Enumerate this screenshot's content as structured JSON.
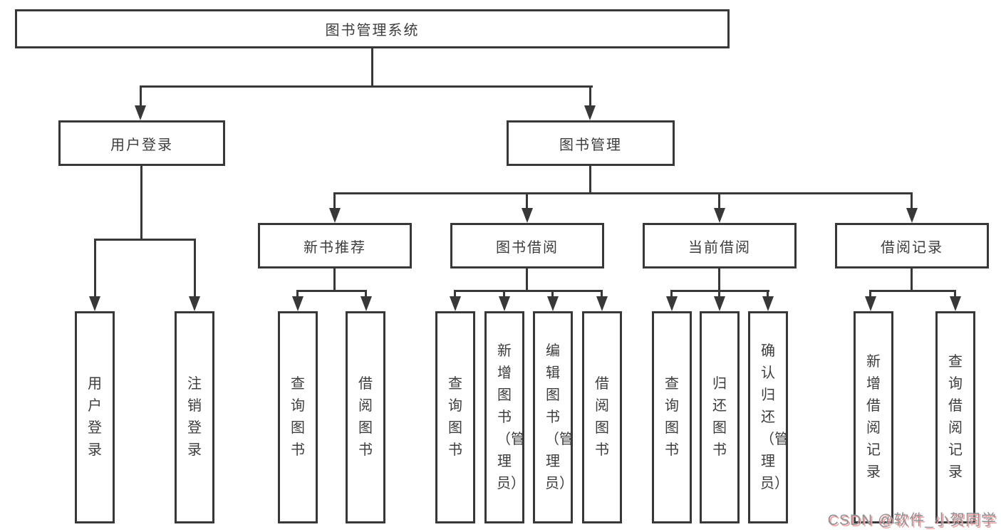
{
  "diagram": {
    "root": {
      "label": "图书管理系统"
    },
    "level2": [
      {
        "label": "用户登录"
      },
      {
        "label": "图书管理"
      }
    ],
    "level3": [
      {
        "label": "新书推荐"
      },
      {
        "label": "图书借阅"
      },
      {
        "label": "当前借阅"
      },
      {
        "label": "借阅记录"
      }
    ],
    "level4": {
      "user_login": [
        "用户登录",
        "注销登录"
      ],
      "new_book": [
        "查询图书",
        "借阅图书"
      ],
      "book_borrow": [
        "查询图书",
        "新增图书（管理员）",
        "编辑图书（管理员）",
        "借阅图书"
      ],
      "current_borrow": [
        "查询图书",
        "归还图书",
        "确认归还（管理员）"
      ],
      "borrow_record": [
        "新增借阅记录",
        "查询借阅记录"
      ]
    },
    "colors": {
      "line": "#383838",
      "text": "#3d3d3d",
      "background": "#ffffff"
    }
  },
  "watermark": {
    "text": "CSDN @软件_小贺同学",
    "color": "#8f9296",
    "shadow_color": "#f2a0a0"
  }
}
